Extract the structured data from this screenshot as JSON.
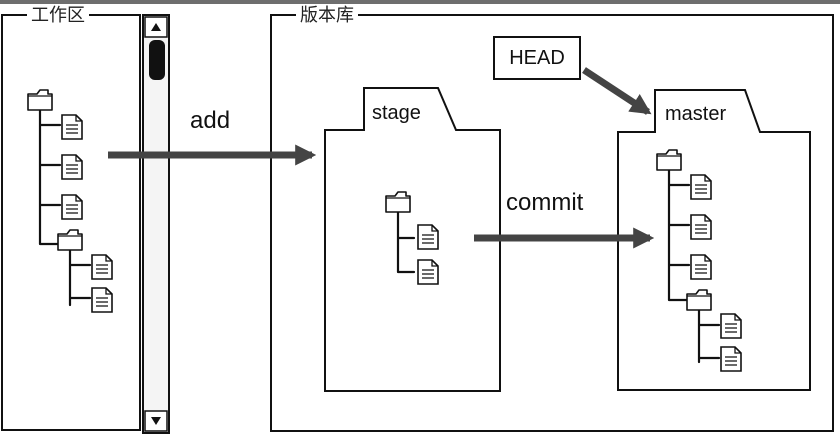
{
  "workspace": {
    "title": "工作区"
  },
  "repository": {
    "title": "版本库"
  },
  "arrows": {
    "add_label": "add",
    "commit_label": "commit"
  },
  "stage": {
    "label": "stage"
  },
  "master": {
    "label": "master"
  },
  "head": {
    "label": "HEAD"
  },
  "colors": {
    "ink": "#111111",
    "top_bar": "#6e6e6e",
    "scrollbar_track": "#f4f4f4"
  },
  "icons": {
    "folder": "folder-icon",
    "file": "file-icon"
  }
}
